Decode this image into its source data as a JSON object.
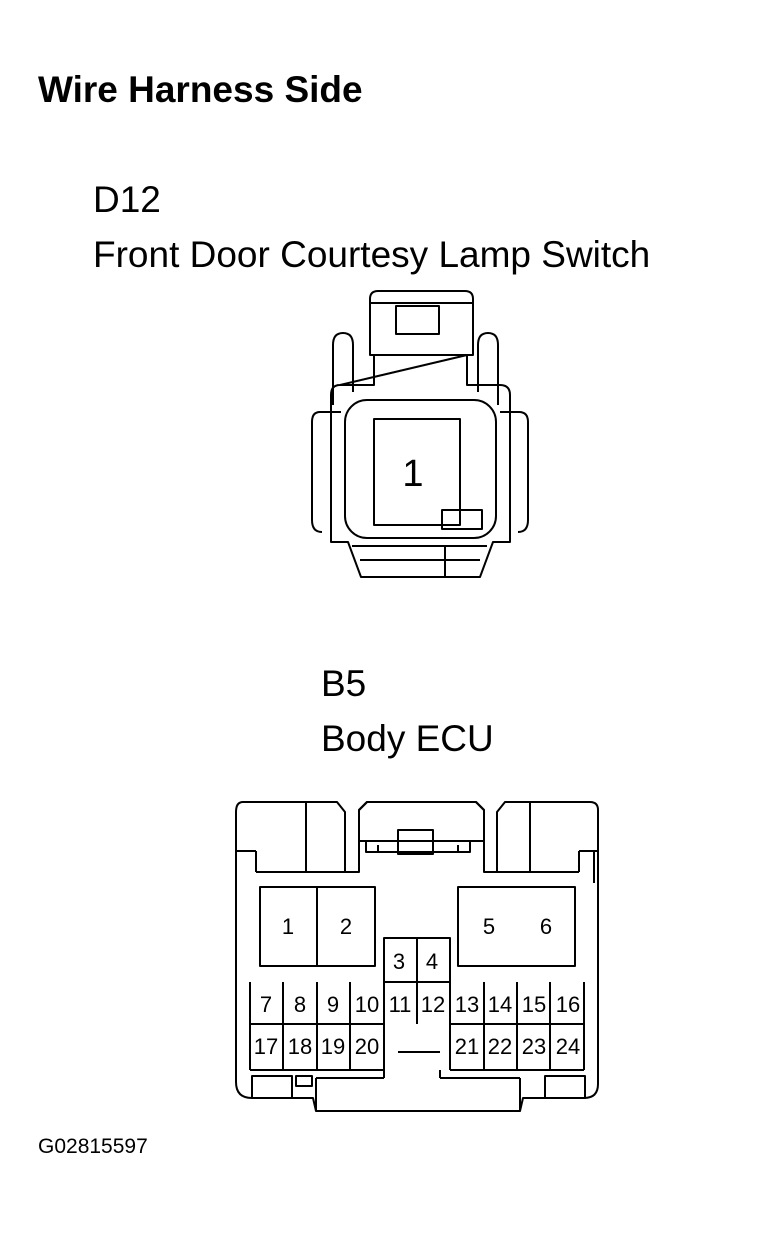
{
  "title": "Wire Harness Side",
  "connector_d12": {
    "code": "D12",
    "name": "Front Door Courtesy Lamp Switch",
    "pins": [
      "1"
    ]
  },
  "connector_b5": {
    "code": "B5",
    "name": "Body ECU",
    "pins": [
      "1",
      "2",
      "3",
      "4",
      "5",
      "6",
      "7",
      "8",
      "9",
      "10",
      "11",
      "12",
      "13",
      "14",
      "15",
      "16",
      "17",
      "18",
      "19",
      "20",
      "21",
      "22",
      "23",
      "24"
    ]
  },
  "figure_id": "G02815597"
}
